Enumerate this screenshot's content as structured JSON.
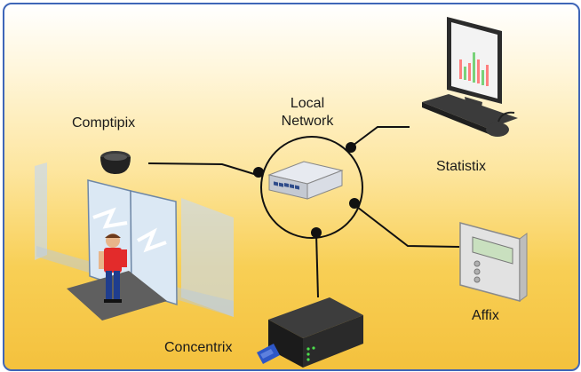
{
  "network": {
    "line1": "Local",
    "line2": "Network"
  },
  "devices": {
    "counter": "Comptipix",
    "stats": "Statistix",
    "display": "Affix",
    "hub": "Concentrix"
  },
  "colors": {
    "border": "#3f66b8",
    "bg_top": "#ffffff",
    "bg_bottom": "#f4c13d",
    "line": "#111111"
  }
}
